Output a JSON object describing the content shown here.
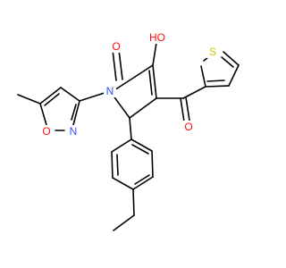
{
  "colors": {
    "bond": "#000000",
    "oxygen": "#ff0d0d",
    "nitrogen": "#3050f8",
    "sulfur": "#c6c600",
    "background": "#ffffff"
  },
  "atoms": {
    "ketone_o_label": "O",
    "hydroxyl_label": "HO",
    "n_pyrrole_label": "N",
    "isoxazole_o_label": "O",
    "isoxazole_n_label": "N",
    "carbonyl_o_label": "O",
    "thiophene_s_label": "S"
  }
}
